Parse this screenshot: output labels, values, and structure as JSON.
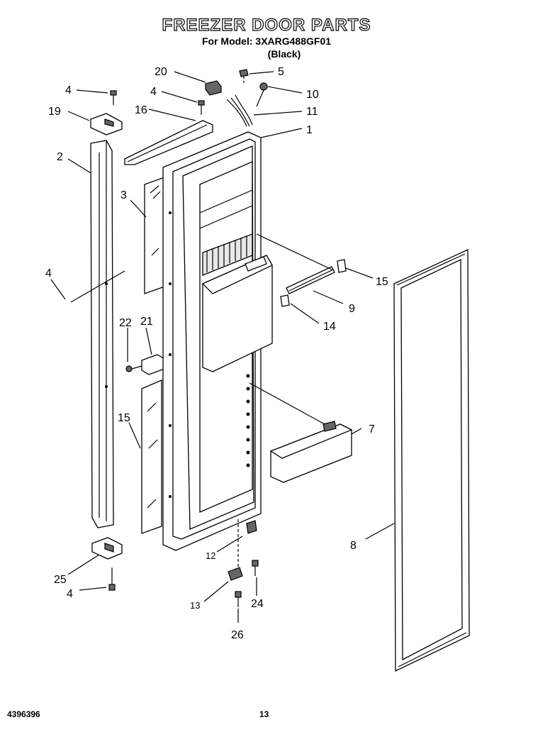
{
  "header": {
    "title": "FREEZER DOOR PARTS",
    "model_line": "For Model: 3XARG488GF01",
    "color_line": "(Black)"
  },
  "footer": {
    "art_number": "4396396",
    "page_number": "13"
  },
  "callouts": [
    "1",
    "2",
    "3",
    "4",
    "4",
    "4",
    "4",
    "5",
    "7",
    "8",
    "9",
    "10",
    "11",
    "12",
    "13",
    "14",
    "15",
    "15",
    "16",
    "19",
    "20",
    "21",
    "22",
    "24",
    "25",
    "26"
  ]
}
